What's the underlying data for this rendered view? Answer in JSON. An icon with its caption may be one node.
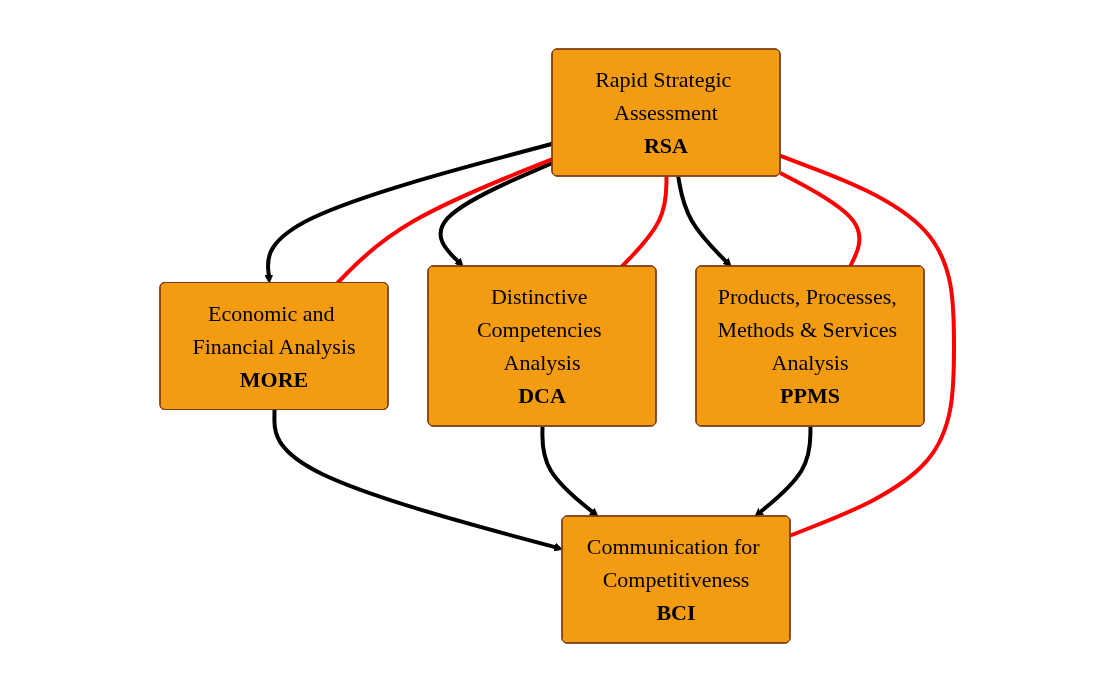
{
  "diagram": {
    "nodes": [
      {
        "text": [
          "Rapid Strategic Assessment",
          "RSA"
        ]
      },
      {
        "text": [
          "Economic and Financial Analysis",
          "MORE"
        ]
      },
      {
        "text": [
          "Distinctive Competencies Analysis",
          "DCA"
        ]
      },
      {
        "text": [
          "Products, Processes, Methods & Services Analysis",
          "PPMS"
        ]
      },
      {
        "text": [
          "Communication for Competitiveness",
          "BCI"
        ]
      }
    ],
    "edges": [
      {
        "from": 0,
        "to": 1,
        "arrow": "to"
      },
      {
        "from": 0,
        "to": 2,
        "arrow": "to"
      },
      {
        "from": 0,
        "to": 3,
        "arrow": "to"
      },
      {
        "from": 1,
        "to": 4,
        "arrow": "to"
      },
      {
        "from": 2,
        "to": 4,
        "arrow": "to"
      },
      {
        "from": 3,
        "to": 4,
        "arrow": "to"
      },
      {
        "from": 0,
        "to": 1,
        "arrow": "none",
        "color": "#ff0000"
      },
      {
        "from": 0,
        "to": 2,
        "arrow": "none",
        "color": "#ff0000"
      },
      {
        "from": 0,
        "to": 3,
        "arrow": "none",
        "color": "#ff0000"
      },
      {
        "from": 0,
        "to": 4,
        "arrow": "none",
        "color": "#ff0000"
      }
    ]
  }
}
